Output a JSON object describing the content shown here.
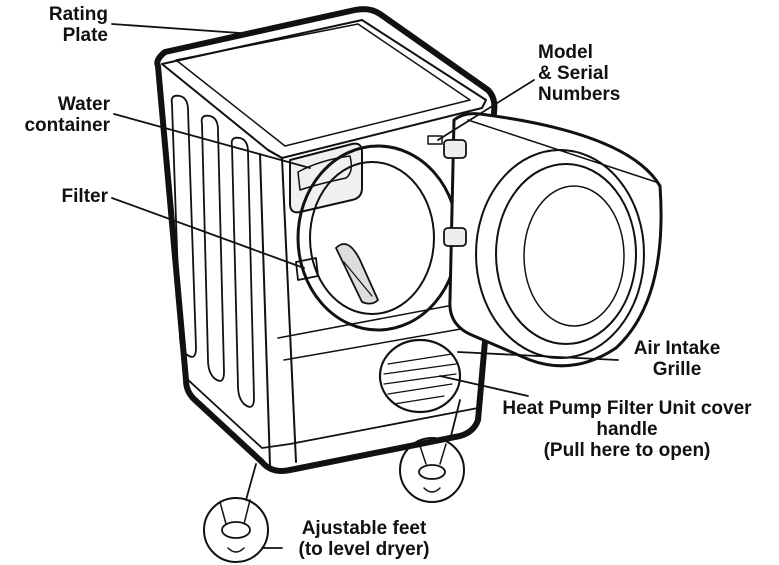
{
  "labels": {
    "rating_plate": [
      "Rating",
      "Plate"
    ],
    "water_container": [
      "Water",
      "container"
    ],
    "filter": "Filter",
    "model_serial": [
      "Model",
      "& Serial",
      "Numbers"
    ],
    "air_intake": [
      "Air Intake",
      "Grille"
    ],
    "heat_pump": [
      "Heat Pump Filter Unit cover",
      "handle",
      "(Pull here to open)"
    ],
    "feet": [
      "Ajustable feet",
      "(to level dryer)"
    ]
  },
  "colors": {
    "line": "#111111",
    "fill": "#ffffff",
    "shade": "#e6e6e6"
  }
}
